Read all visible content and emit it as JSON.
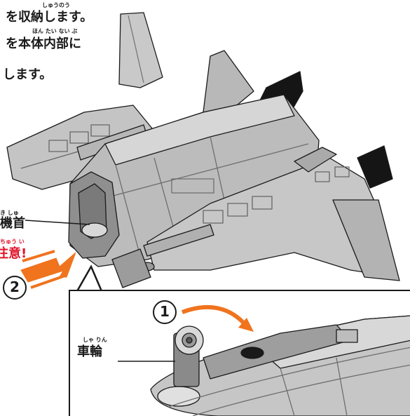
{
  "instructions": {
    "line1": "を収納します。",
    "line1_ruby": "しゅうのう",
    "line2": "を本体内部に",
    "line2_ruby": "ほん たい ない ぶ",
    "line3": "します。"
  },
  "labels": {
    "nose_label": "機首",
    "nose_ruby": "き しゅ",
    "caution": "注意!",
    "caution_ruby": "ちゅう い",
    "wheel_label": "車輪",
    "wheel_ruby": "しゃ りん"
  },
  "steps": {
    "step1": "1",
    "step2": "2"
  },
  "colors": {
    "ink": "#1a1a1a",
    "hull_light": "#cfcfcf",
    "hull_mid": "#a9a9a9",
    "hull_dark": "#6e6e6e",
    "fin_black": "#151515",
    "arrow_orange": "#f0731e",
    "warning_red": "#e1162b"
  }
}
